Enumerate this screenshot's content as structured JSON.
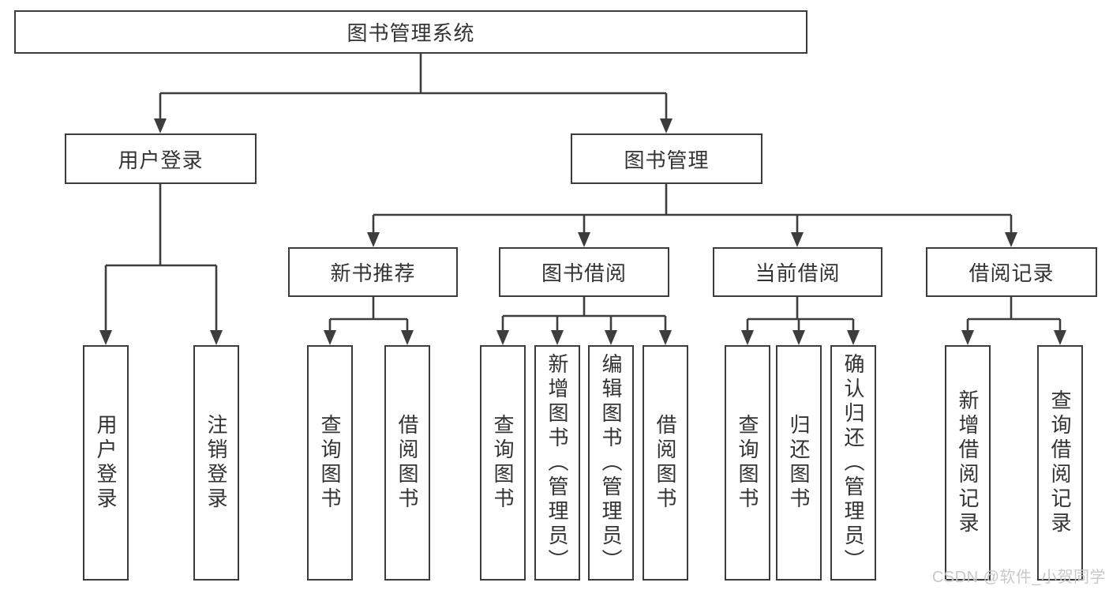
{
  "diagram": {
    "root": {
      "label": "图书管理系统",
      "children": [
        {
          "label": "用户登录",
          "children": [
            {
              "label": "用户登录"
            },
            {
              "label": "注销登录"
            }
          ]
        },
        {
          "label": "图书管理",
          "children": [
            {
              "label": "新书推荐",
              "children": [
                {
                  "label": "查询图书"
                },
                {
                  "label": "借阅图书"
                }
              ]
            },
            {
              "label": "图书借阅",
              "children": [
                {
                  "label": "查询图书"
                },
                {
                  "label": "新增图书（管理员）"
                },
                {
                  "label": "编辑图书（管理员）"
                },
                {
                  "label": "借阅图书"
                }
              ]
            },
            {
              "label": "当前借阅",
              "children": [
                {
                  "label": "查询图书"
                },
                {
                  "label": "归还图书"
                },
                {
                  "label": "确认归还（管理员）"
                }
              ]
            },
            {
              "label": "借阅记录",
              "children": [
                {
                  "label": "新增借阅记录"
                },
                {
                  "label": "查询借阅记录"
                }
              ]
            }
          ]
        }
      ]
    },
    "colors": {
      "line": "#3d3d3d",
      "box_border": "#3c3c3c",
      "box_fill": "#ffffff",
      "text": "#333333",
      "watermark": "#c8c8c8"
    }
  },
  "watermark": {
    "text": "CSDN @软件_小贺同学"
  }
}
